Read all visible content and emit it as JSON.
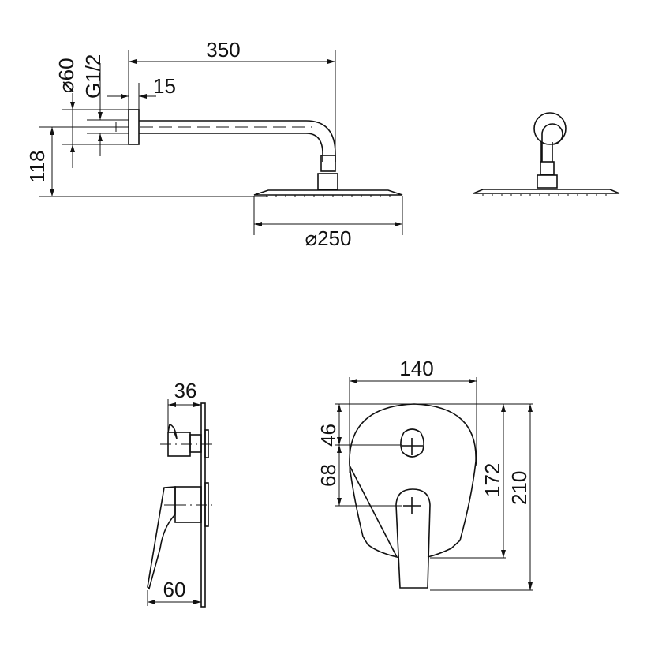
{
  "title": "Shower set technical drawing",
  "dimensions": {
    "arm_length": "350",
    "flange_depth": "15",
    "flange_diameter": "⌀60",
    "thread": "G1/2",
    "drop_height": "118",
    "head_diameter": "⌀250",
    "mixer_depth": "36",
    "lever_depth": "60",
    "plate_width": "140",
    "upper_offset": "46",
    "knob_spacing": "68",
    "plate_height": "172",
    "total_height": "210"
  }
}
